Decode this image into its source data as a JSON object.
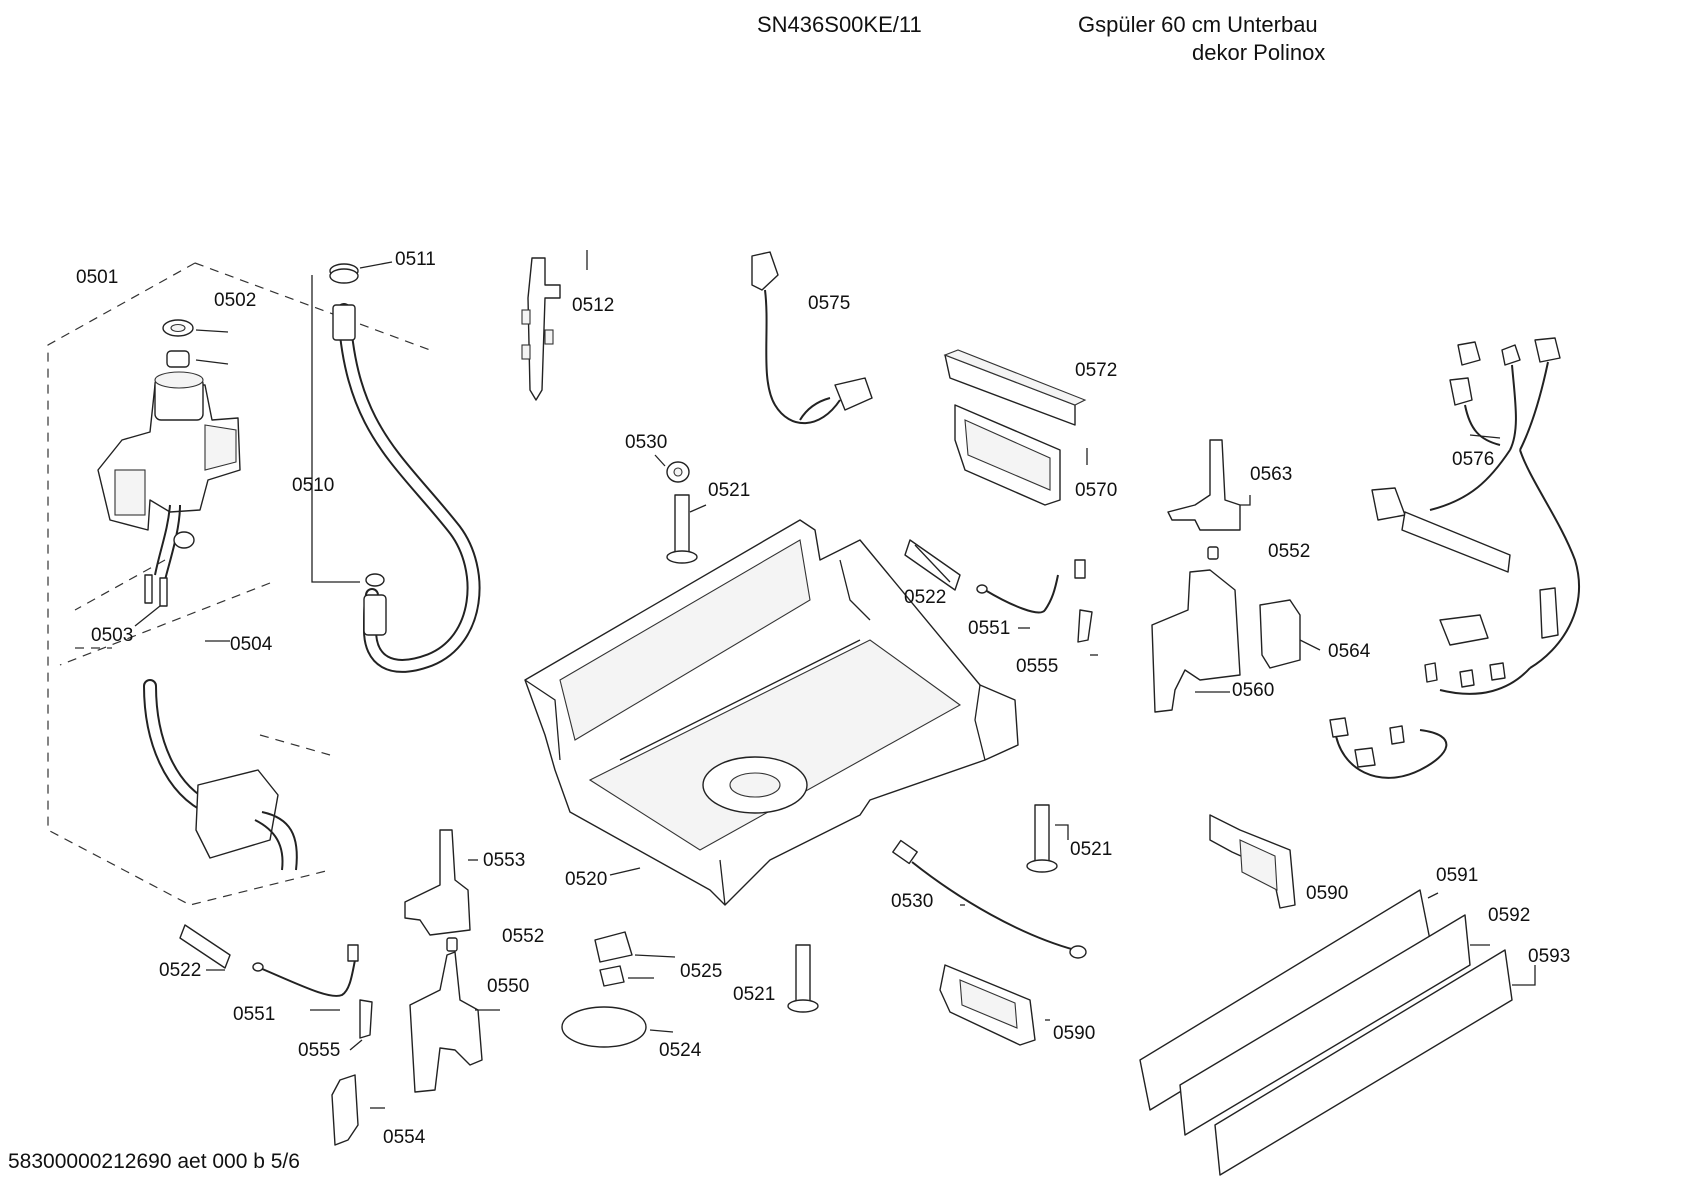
{
  "header": {
    "model": "SN436S00KE/11",
    "description_line1": "Gspüler 60 cm Unterbau",
    "description_line2": "dekor Polinox"
  },
  "footer": {
    "document_ref": "58300000212690 aet 000 b 5/6"
  },
  "parts": {
    "p0501": "0501",
    "p0502": "0502",
    "p0503": "0503",
    "p0504": "0504",
    "p0510": "0510",
    "p0511": "0511",
    "p0512": "0512",
    "p0520": "0520",
    "p0521a": "0521",
    "p0521b": "0521",
    "p0521c": "0521",
    "p0522a": "0522",
    "p0522b": "0522",
    "p0524": "0524",
    "p0525": "0525",
    "p0530a": "0530",
    "p0530b": "0530",
    "p0550": "0550",
    "p0551a": "0551",
    "p0551b": "0551",
    "p0552a": "0552",
    "p0552b": "0552",
    "p0553": "0553",
    "p0554": "0554",
    "p0555a": "0555",
    "p0555b": "0555",
    "p0560": "0560",
    "p0563": "0563",
    "p0564": "0564",
    "p0570": "0570",
    "p0572": "0572",
    "p0575": "0575",
    "p0576": "0576",
    "p0590a": "0590",
    "p0590b": "0590",
    "p0591": "0591",
    "p0592": "0592",
    "p0593": "0593"
  }
}
